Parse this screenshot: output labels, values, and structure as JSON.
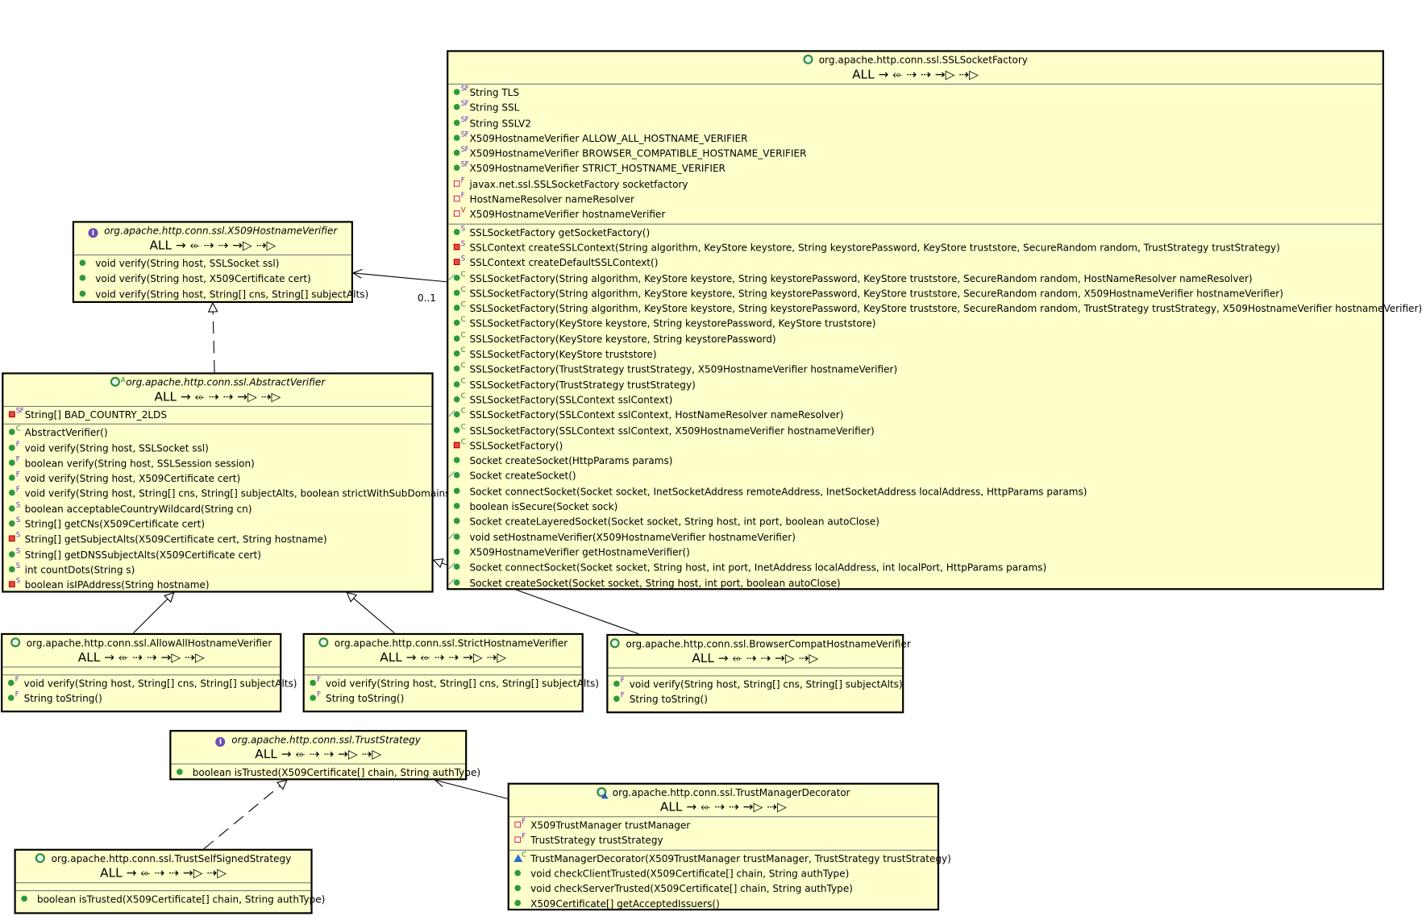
{
  "filter_label": "ALL → ⬰ ⇢ ⇢ →▷ ⇢▷",
  "multiplicity": "0..1",
  "classes": {
    "x509_hostname_verifier": {
      "title": "org.apache.http.conn.ssl.X509HostnameVerifier",
      "kind": "interface",
      "fields": [],
      "methods": [
        {
          "vis": "public",
          "mod": "",
          "text": "void verify(String host, SSLSocket ssl)"
        },
        {
          "vis": "public",
          "mod": "",
          "text": "void verify(String host, X509Certificate cert)"
        },
        {
          "vis": "public",
          "mod": "",
          "text": "void verify(String host, String[] cns, String[] subjectAlts)"
        }
      ]
    },
    "abstract_verifier": {
      "title": "org.apache.http.conn.ssl.AbstractVerifier",
      "kind": "abstract",
      "fields": [
        {
          "vis": "private",
          "mod": "SF",
          "text": "String[] BAD_COUNTRY_2LDS"
        }
      ],
      "methods": [
        {
          "vis": "public",
          "mod": "C",
          "text": "AbstractVerifier()"
        },
        {
          "vis": "public",
          "mod": "F",
          "text": "void verify(String host, SSLSocket ssl)"
        },
        {
          "vis": "public",
          "mod": "F",
          "text": "boolean verify(String host, SSLSession session)"
        },
        {
          "vis": "public",
          "mod": "F",
          "text": "void verify(String host, X509Certificate cert)"
        },
        {
          "vis": "public",
          "mod": "F",
          "text": "void verify(String host, String[] cns, String[] subjectAlts, boolean strictWithSubDomains)"
        },
        {
          "vis": "public",
          "mod": "S",
          "text": "boolean acceptableCountryWildcard(String cn)"
        },
        {
          "vis": "public",
          "mod": "S",
          "text": "String[] getCNs(X509Certificate cert)"
        },
        {
          "vis": "private",
          "mod": "S",
          "text": "String[] getSubjectAlts(X509Certificate cert, String hostname)"
        },
        {
          "vis": "public",
          "mod": "S",
          "text": "String[] getDNSSubjectAlts(X509Certificate cert)"
        },
        {
          "vis": "public",
          "mod": "S",
          "text": "int countDots(String s)"
        },
        {
          "vis": "private",
          "mod": "S",
          "text": "boolean isIPAddress(String hostname)"
        }
      ]
    },
    "ssl_socket_factory": {
      "title": "org.apache.http.conn.ssl.SSLSocketFactory",
      "kind": "class",
      "fields": [
        {
          "vis": "public",
          "mod": "SF",
          "ovr": false,
          "text": "String TLS"
        },
        {
          "vis": "public",
          "mod": "SF",
          "ovr": false,
          "text": "String SSL"
        },
        {
          "vis": "public",
          "mod": "SF",
          "ovr": false,
          "text": "String SSLV2"
        },
        {
          "vis": "public",
          "mod": "SF",
          "ovr": false,
          "text": "X509HostnameVerifier ALLOW_ALL_HOSTNAME_VERIFIER"
        },
        {
          "vis": "public",
          "mod": "SF",
          "ovr": false,
          "text": "X509HostnameVerifier BROWSER_COMPATIBLE_HOSTNAME_VERIFIER"
        },
        {
          "vis": "public",
          "mod": "SF",
          "ovr": false,
          "text": "X509HostnameVerifier STRICT_HOSTNAME_VERIFIER"
        },
        {
          "vis": "private-hollow",
          "mod": "F",
          "ovr": false,
          "text": "javax.net.ssl.SSLSocketFactory socketfactory"
        },
        {
          "vis": "private-hollow",
          "mod": "F",
          "ovr": false,
          "text": "HostNameResolver nameResolver"
        },
        {
          "vis": "private-hollow",
          "mod": "V",
          "ovr": false,
          "text": "X509HostnameVerifier hostnameVerifier"
        }
      ],
      "methods": [
        {
          "vis": "public",
          "mod": "S",
          "ovr": false,
          "text": "SSLSocketFactory getSocketFactory()"
        },
        {
          "vis": "private",
          "mod": "S",
          "ovr": false,
          "text": "SSLContext createSSLContext(String algorithm, KeyStore keystore, String keystorePassword, KeyStore truststore, SecureRandom random, TrustStrategy trustStrategy)"
        },
        {
          "vis": "private",
          "mod": "S",
          "ovr": false,
          "text": "SSLContext createDefaultSSLContext()"
        },
        {
          "vis": "public",
          "mod": "C",
          "ovr": true,
          "text": "SSLSocketFactory(String algorithm, KeyStore keystore, String keystorePassword, KeyStore truststore, SecureRandom random, HostNameResolver nameResolver)"
        },
        {
          "vis": "public",
          "mod": "C",
          "ovr": false,
          "text": "SSLSocketFactory(String algorithm, KeyStore keystore, String keystorePassword, KeyStore truststore, SecureRandom random, X509HostnameVerifier hostnameVerifier)"
        },
        {
          "vis": "public",
          "mod": "C",
          "ovr": false,
          "text": "SSLSocketFactory(String algorithm, KeyStore keystore, String keystorePassword, KeyStore truststore, SecureRandom random, TrustStrategy trustStrategy, X509HostnameVerifier hostnameVerifier)"
        },
        {
          "vis": "public",
          "mod": "C",
          "ovr": false,
          "text": "SSLSocketFactory(KeyStore keystore, String keystorePassword, KeyStore truststore)"
        },
        {
          "vis": "public",
          "mod": "C",
          "ovr": false,
          "text": "SSLSocketFactory(KeyStore keystore, String keystorePassword)"
        },
        {
          "vis": "public",
          "mod": "C",
          "ovr": false,
          "text": "SSLSocketFactory(KeyStore truststore)"
        },
        {
          "vis": "public",
          "mod": "C",
          "ovr": false,
          "text": "SSLSocketFactory(TrustStrategy trustStrategy, X509HostnameVerifier hostnameVerifier)"
        },
        {
          "vis": "public",
          "mod": "C",
          "ovr": false,
          "text": "SSLSocketFactory(TrustStrategy trustStrategy)"
        },
        {
          "vis": "public",
          "mod": "C",
          "ovr": false,
          "text": "SSLSocketFactory(SSLContext sslContext)"
        },
        {
          "vis": "public",
          "mod": "C",
          "ovr": true,
          "text": "SSLSocketFactory(SSLContext sslContext, HostNameResolver nameResolver)"
        },
        {
          "vis": "public",
          "mod": "C",
          "ovr": false,
          "text": "SSLSocketFactory(SSLContext sslContext, X509HostnameVerifier hostnameVerifier)"
        },
        {
          "vis": "private",
          "mod": "C",
          "ovr": false,
          "text": "SSLSocketFactory()"
        },
        {
          "vis": "public",
          "mod": "",
          "ovr": false,
          "text": "Socket createSocket(HttpParams params)"
        },
        {
          "vis": "public",
          "mod": "",
          "ovr": true,
          "text": "Socket createSocket()"
        },
        {
          "vis": "public",
          "mod": "",
          "ovr": false,
          "text": "Socket connectSocket(Socket socket, InetSocketAddress remoteAddress, InetSocketAddress localAddress, HttpParams params)"
        },
        {
          "vis": "public",
          "mod": "",
          "ovr": false,
          "text": "boolean isSecure(Socket sock)"
        },
        {
          "vis": "public",
          "mod": "",
          "ovr": false,
          "text": "Socket createLayeredSocket(Socket socket, String host, int port, boolean autoClose)"
        },
        {
          "vis": "public",
          "mod": "",
          "ovr": true,
          "text": "void setHostnameVerifier(X509HostnameVerifier hostnameVerifier)"
        },
        {
          "vis": "public",
          "mod": "",
          "ovr": false,
          "text": "X509HostnameVerifier getHostnameVerifier()"
        },
        {
          "vis": "public",
          "mod": "",
          "ovr": true,
          "text": "Socket connectSocket(Socket socket, String host, int port, InetAddress localAddress, int localPort, HttpParams params)"
        },
        {
          "vis": "public",
          "mod": "",
          "ovr": true,
          "text": "Socket createSocket(Socket socket, String host, int port, boolean autoClose)"
        }
      ]
    },
    "allow_all_hostname_verifier": {
      "title": "org.apache.http.conn.ssl.AllowAllHostnameVerifier",
      "kind": "class",
      "fields": [],
      "methods": [
        {
          "vis": "public",
          "mod": "F",
          "text": "void verify(String host, String[] cns, String[] subjectAlts)"
        },
        {
          "vis": "public",
          "mod": "F",
          "text": "String toString()"
        }
      ]
    },
    "strict_hostname_verifier": {
      "title": "org.apache.http.conn.ssl.StrictHostnameVerifier",
      "kind": "class",
      "fields": [],
      "methods": [
        {
          "vis": "public",
          "mod": "F",
          "text": "void verify(String host, String[] cns, String[] subjectAlts)"
        },
        {
          "vis": "public",
          "mod": "F",
          "text": "String toString()"
        }
      ]
    },
    "browser_compat_hostname_verifier": {
      "title": "org.apache.http.conn.ssl.BrowserCompatHostnameVerifier",
      "kind": "class",
      "fields": [],
      "methods": [
        {
          "vis": "public",
          "mod": "F",
          "text": "void verify(String host, String[] cns, String[] subjectAlts)"
        },
        {
          "vis": "public",
          "mod": "F",
          "text": "String toString()"
        }
      ]
    },
    "trust_strategy": {
      "title": "org.apache.http.conn.ssl.TrustStrategy",
      "kind": "interface",
      "fields": [],
      "methods": [
        {
          "vis": "public",
          "mod": "",
          "text": "boolean isTrusted(X509Certificate[] chain, String authType)"
        }
      ]
    },
    "trust_manager_decorator": {
      "title": "org.apache.http.conn.ssl.TrustManagerDecorator",
      "kind": "decorator",
      "fields": [
        {
          "vis": "private-hollow",
          "mod": "F",
          "text": "X509TrustManager trustManager"
        },
        {
          "vis": "private-hollow",
          "mod": "F",
          "text": "TrustStrategy trustStrategy"
        }
      ],
      "methods": [
        {
          "vis": "pkg",
          "mod": "C",
          "text": "TrustManagerDecorator(X509TrustManager trustManager, TrustStrategy trustStrategy)"
        },
        {
          "vis": "public",
          "mod": "",
          "text": "void checkClientTrusted(X509Certificate[] chain, String authType)"
        },
        {
          "vis": "public",
          "mod": "",
          "text": "void checkServerTrusted(X509Certificate[] chain, String authType)"
        },
        {
          "vis": "public",
          "mod": "",
          "text": "X509Certificate[] getAcceptedIssuers()"
        }
      ]
    },
    "trust_self_signed_strategy": {
      "title": "org.apache.http.conn.ssl.TrustSelfSignedStrategy",
      "kind": "class",
      "fields": [],
      "methods": [
        {
          "vis": "public",
          "mod": "",
          "text": "boolean isTrusted(X509Certificate[] chain, String authType)"
        }
      ]
    }
  }
}
